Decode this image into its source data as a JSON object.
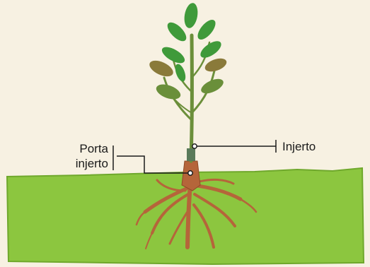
{
  "diagram": {
    "labels": {
      "rootstock_line1": "Porta",
      "rootstock_line2": "injerto",
      "graft": "Injerto"
    },
    "colors": {
      "background": "#f7f1e2",
      "soil": "#8cc63f",
      "soil_edge": "#6fa82c",
      "root": "#b5653a",
      "root_dark": "#8f4a26",
      "leaf": "#3f9a3a",
      "leaf_old": "#8a7a3a",
      "stem": "#6b8f3a",
      "leader_line": "#1a1a1a"
    }
  }
}
